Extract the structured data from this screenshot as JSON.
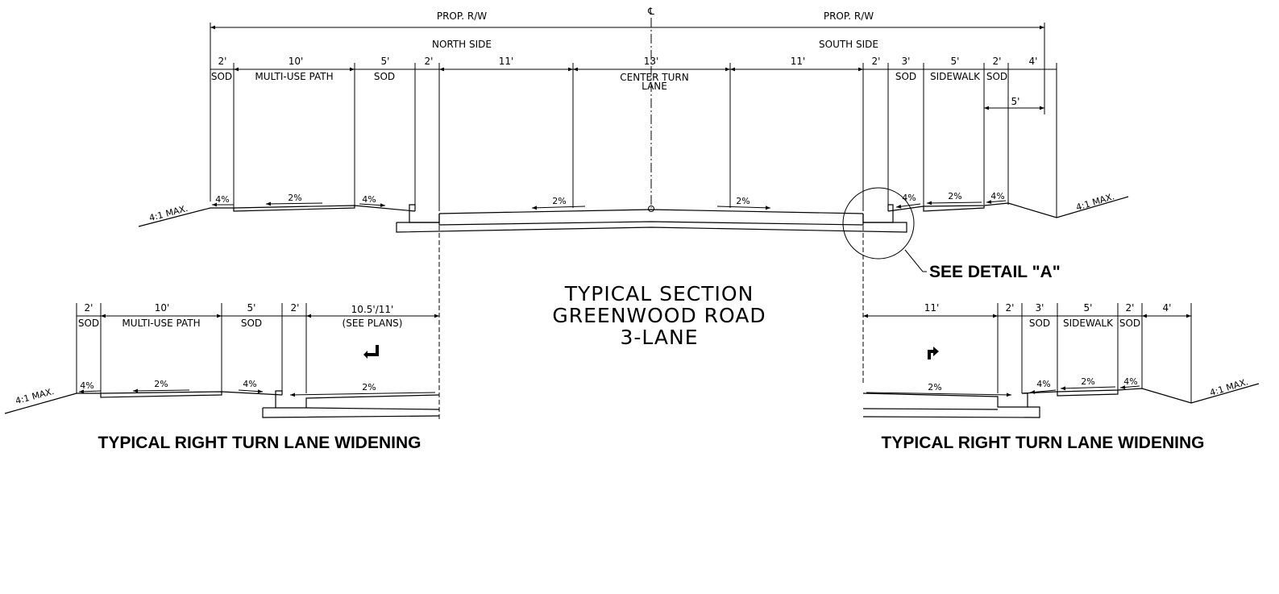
{
  "main": {
    "cl_symbol": "℄",
    "prop_rw": "PROP. R/W",
    "north_side": "NORTH SIDE",
    "south_side": "SOUTH SIDE",
    "dim_2": "2'",
    "dim_3": "3'",
    "dim_4": "4'",
    "dim_5": "5'",
    "dim_10": "10'",
    "dim_11": "11'",
    "dim_13": "13'",
    "sod": "SOD",
    "multi_use_path": "MULTI-USE PATH",
    "sidewalk": "SIDEWALK",
    "center_turn": "CENTER TURN",
    "lane": "LANE",
    "slope_4pct": "4%",
    "slope_2pct": "2%",
    "max_slope": "4:1 MAX.",
    "see_detail": "SEE DETAIL \"A\""
  },
  "title": {
    "line1": "TYPICAL SECTION",
    "line2": "GREENWOOD ROAD",
    "line3": "3-LANE"
  },
  "left_widening": {
    "dim_105": "10.5'/11'",
    "see_plans": "(SEE PLANS)",
    "title": "TYPICAL RIGHT TURN  LANE WIDENING"
  },
  "right_widening": {
    "title": "TYPICAL RIGHT TURN  LANE WIDENING"
  }
}
